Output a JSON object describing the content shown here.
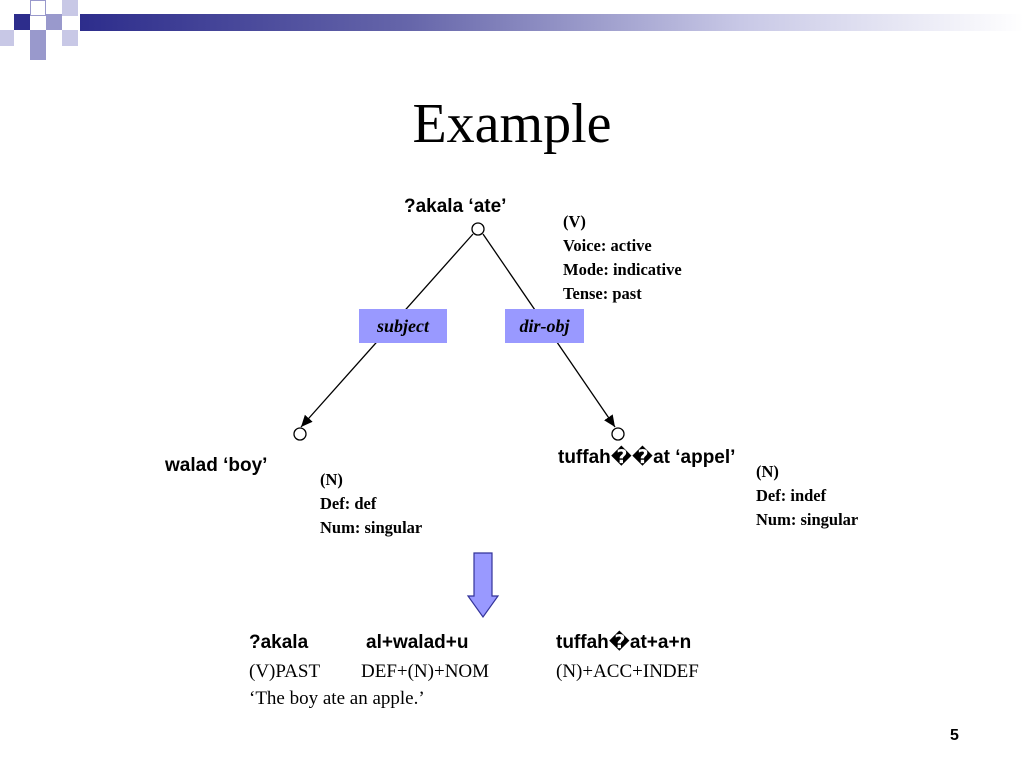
{
  "slide": {
    "title": "Example",
    "page_number": "5"
  },
  "tree": {
    "root": {
      "word": "?akala ‘ate’",
      "features": [
        "(V)",
        "Voice: active",
        "Mode: indicative",
        "Tense: past"
      ]
    },
    "relations": {
      "left": "subject",
      "right": "dir-obj"
    },
    "left_child": {
      "word": "walad ‘boy’",
      "features": [
        "(N)",
        "Def: def",
        "Num: singular"
      ]
    },
    "right_child": {
      "word": "tuffah��at ‘appel’",
      "features": [
        "(N)",
        "Def: indef",
        "Num: singular"
      ]
    }
  },
  "output": {
    "words": [
      "?akala",
      "al+walad+u",
      "tuffah�at+a+n"
    ],
    "glosses": [
      "(V)PAST",
      "DEF+(N)+NOM",
      "(N)+ACC+INDEF"
    ],
    "translation": "‘The boy ate an apple.’"
  },
  "colors": {
    "relation_box": "#9999ff",
    "arrow_fill": "#9999ff",
    "deco_dark": "#2d2d8c",
    "deco_light": "#9999cc"
  }
}
